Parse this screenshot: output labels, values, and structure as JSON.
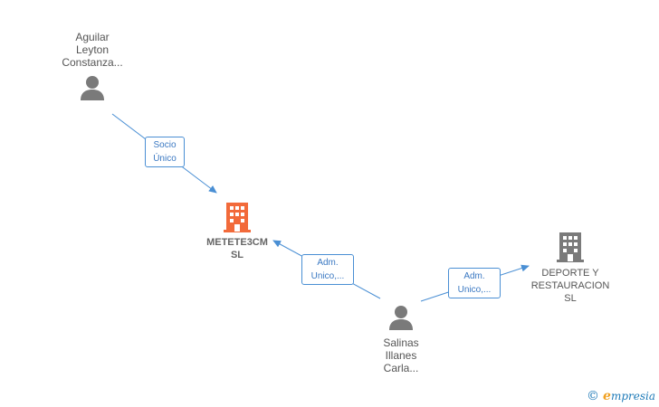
{
  "nodes": {
    "aguilar": {
      "label": "Aguilar\nLeyton\nConstanza...",
      "type": "person"
    },
    "metete": {
      "label": "METETE3CM\nSL",
      "type": "company-main"
    },
    "deporte": {
      "label": "DEPORTE Y\nRESTAURACION\nSL",
      "type": "company"
    },
    "salinas": {
      "label": "Salinas\nIllanes\nCarla...",
      "type": "person"
    }
  },
  "edges": {
    "socio": {
      "label": "Socio\nÚnico",
      "from": "aguilar",
      "to": "metete"
    },
    "adm1": {
      "label": "Adm.\nUnico,...",
      "from": "salinas",
      "to": "metete"
    },
    "adm2": {
      "label": "Adm.\nUnico,...",
      "from": "salinas",
      "to": "deporte"
    }
  },
  "colors": {
    "edge": "#4a8fd4",
    "person_icon": "#7a7a7a",
    "main_company_icon": "#f26a3a",
    "company_icon": "#7a7a7a"
  },
  "brand": {
    "copyright": "©",
    "e": "e",
    "name": "mpresia"
  }
}
